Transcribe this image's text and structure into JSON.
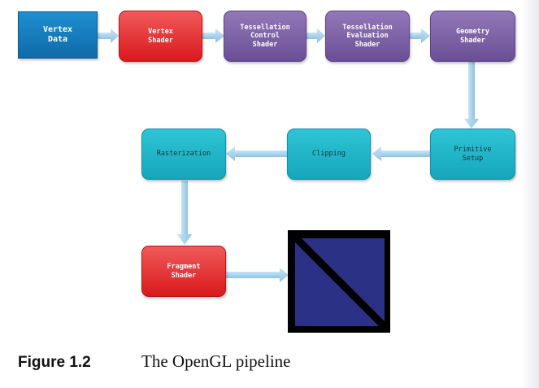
{
  "stages": {
    "vertex_data": "Vertex\nData",
    "vertex_shader": "Vertex\nShader",
    "tess_control": "Tessellation\nControl\nShader",
    "tess_eval": "Tessellation\nEvaluation\nShader",
    "geometry_shader": "Geometry\nShader",
    "primitive_setup": "Primitive\nSetup",
    "clipping": "Clipping",
    "rasterization": "Rasterization",
    "fragment_shader": "Fragment\nShader"
  },
  "caption": {
    "label": "Figure 1.2",
    "text": "The OpenGL pipeline"
  },
  "colors": {
    "data": "#1278bd",
    "red": "#e32a2c",
    "purple": "#7b5fa8",
    "teal": "#22b6c9",
    "arrow": "#a8d3ec",
    "output_fill": "#2b3286",
    "output_frame": "#000000"
  }
}
